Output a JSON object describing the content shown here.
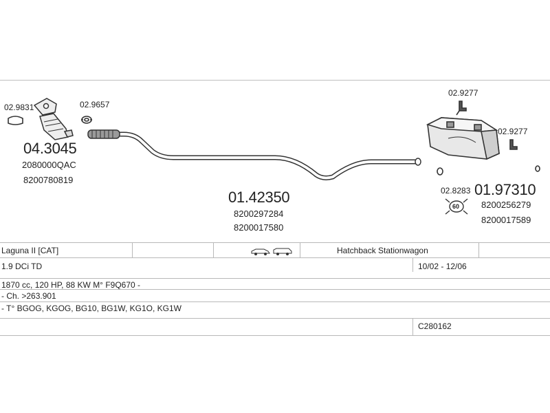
{
  "diagram": {
    "parts": [
      {
        "id": "clamp-left",
        "label": "02.9831"
      },
      {
        "id": "gasket-left",
        "label": "02.9657"
      },
      {
        "id": "catalyst",
        "number": "04.3045",
        "refs": [
          "2080000QAC",
          "8200780819"
        ]
      },
      {
        "id": "middle-pipe",
        "number": "01.42350",
        "refs": [
          "8200297284",
          "8200017580"
        ]
      },
      {
        "id": "hanger-top",
        "label": "02.9277"
      },
      {
        "id": "hanger-right",
        "label": "02.9277"
      },
      {
        "id": "clamp-right",
        "label": "02.8283",
        "badge": "60"
      },
      {
        "id": "rear-silencer",
        "number": "01.97310",
        "refs": [
          "8200256279",
          "8200017589"
        ]
      }
    ]
  },
  "vehicle": {
    "model": "Laguna II [CAT]",
    "body_types": "Hatchback  Stationwagon",
    "engine": "1.9 DCi TD",
    "years": "10/02 - 12/06",
    "specs": "1870 cc, 120 HP, 88 KW M° F9Q670 -",
    "chassis": "- Ch. >263.901",
    "codes": "- T° BGOG, KGOG, BG10, BG1W, KG1O, KG1W",
    "catalog_code": "C280162"
  }
}
